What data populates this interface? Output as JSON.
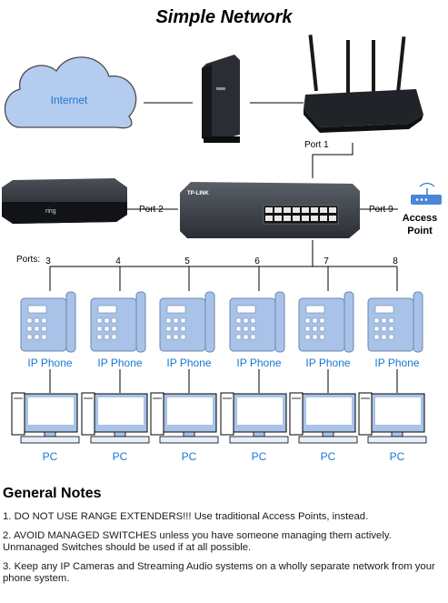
{
  "title": "Simple Network",
  "internet_label": "Internet",
  "router_port_label": "Port 1",
  "nvr_port_label": "Port 2",
  "ap_port_label": "Port 9",
  "ap_label_line1": "Access",
  "ap_label_line2": "Point",
  "switch_brand": "TP-LINK",
  "nvr_brand": "ring",
  "ports_label": "Ports:",
  "port_numbers": [
    "3",
    "4",
    "5",
    "6",
    "7",
    "8"
  ],
  "phone_label": "IP Phone",
  "pc_label": "PC",
  "notes_heading": "General Notes",
  "notes": [
    {
      "num": "1.",
      "text": "DO NOT USE RANGE EXTENDERS!!! Use traditional Access Points, instead."
    },
    {
      "num": "2.",
      "text": "AVOID MANAGED SWITCHES unless you have someone managing them actively. Unmanaged Switches should be used if at all possible."
    },
    {
      "num": "3.",
      "text": "Keep any IP Cameras and Streaming Audio systems on a wholly separate network from your phone system."
    }
  ],
  "colors": {
    "cloud_fill": "#b3ccef",
    "cloud_stroke": "#4a4a4a",
    "label_blue": "#1877d2",
    "device_dark": "#1c1f24",
    "phone_fill": "#a9c3e8"
  }
}
